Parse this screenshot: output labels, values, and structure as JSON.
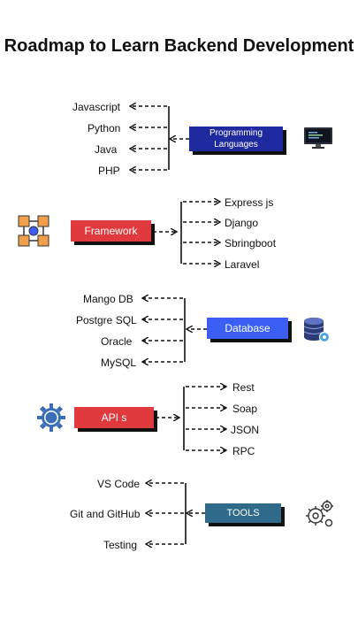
{
  "title": "Roadmap to Learn Backend Development",
  "sections": {
    "languages": {
      "box": "Programming Languages",
      "color": "#1f2a9e",
      "items": [
        "Javascript",
        "Python",
        "Java",
        "PHP"
      ]
    },
    "framework": {
      "box": "Framework",
      "color": "#e03a3e",
      "items": [
        "Express js",
        "Django",
        "Sbringboot",
        "Laravel"
      ]
    },
    "database": {
      "box": "Database",
      "color": "#3b5ff5",
      "items": [
        "Mango DB",
        "Postgre SQL",
        "Oracle",
        "MySQL"
      ]
    },
    "apis": {
      "box": "API s",
      "color": "#e03a3e",
      "items": [
        "Rest",
        "Soap",
        "JSON",
        "RPC"
      ]
    },
    "tools": {
      "box": "TOOLS",
      "color": "#2f6a8a",
      "items": [
        "VS Code",
        "Git and GitHub",
        "Testing"
      ]
    }
  },
  "icons": {
    "languages": "computer-monitor-icon",
    "framework": "puzzle-network-icon",
    "database": "database-gear-icon",
    "apis": "api-gear-icon",
    "tools": "gears-icon"
  }
}
